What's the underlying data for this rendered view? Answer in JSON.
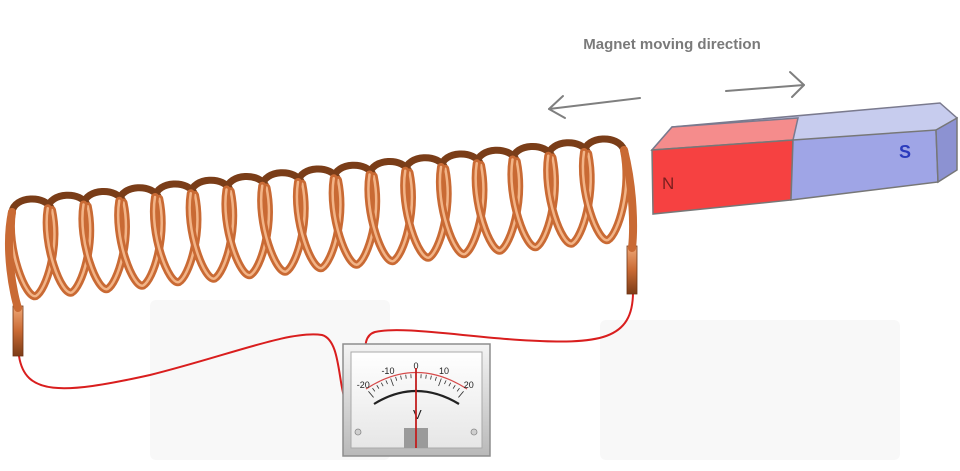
{
  "direction_label": "Magnet moving direction",
  "magnet": {
    "north_label": "N",
    "south_label": "S",
    "north_color": "#f64141",
    "south_color": "#9fa5e6"
  },
  "coil": {
    "turns": 17,
    "wire_color": "#c96a34",
    "highlight_color": "#f2b487"
  },
  "lead_wire_color": "#d91e1e",
  "voltmeter": {
    "scale_labels": [
      "-20",
      "-10",
      "0",
      "10",
      "20"
    ],
    "unit": "V",
    "needle_value": 0
  },
  "arrows": {
    "left": "arrow-left-icon",
    "right": "arrow-right-icon"
  }
}
